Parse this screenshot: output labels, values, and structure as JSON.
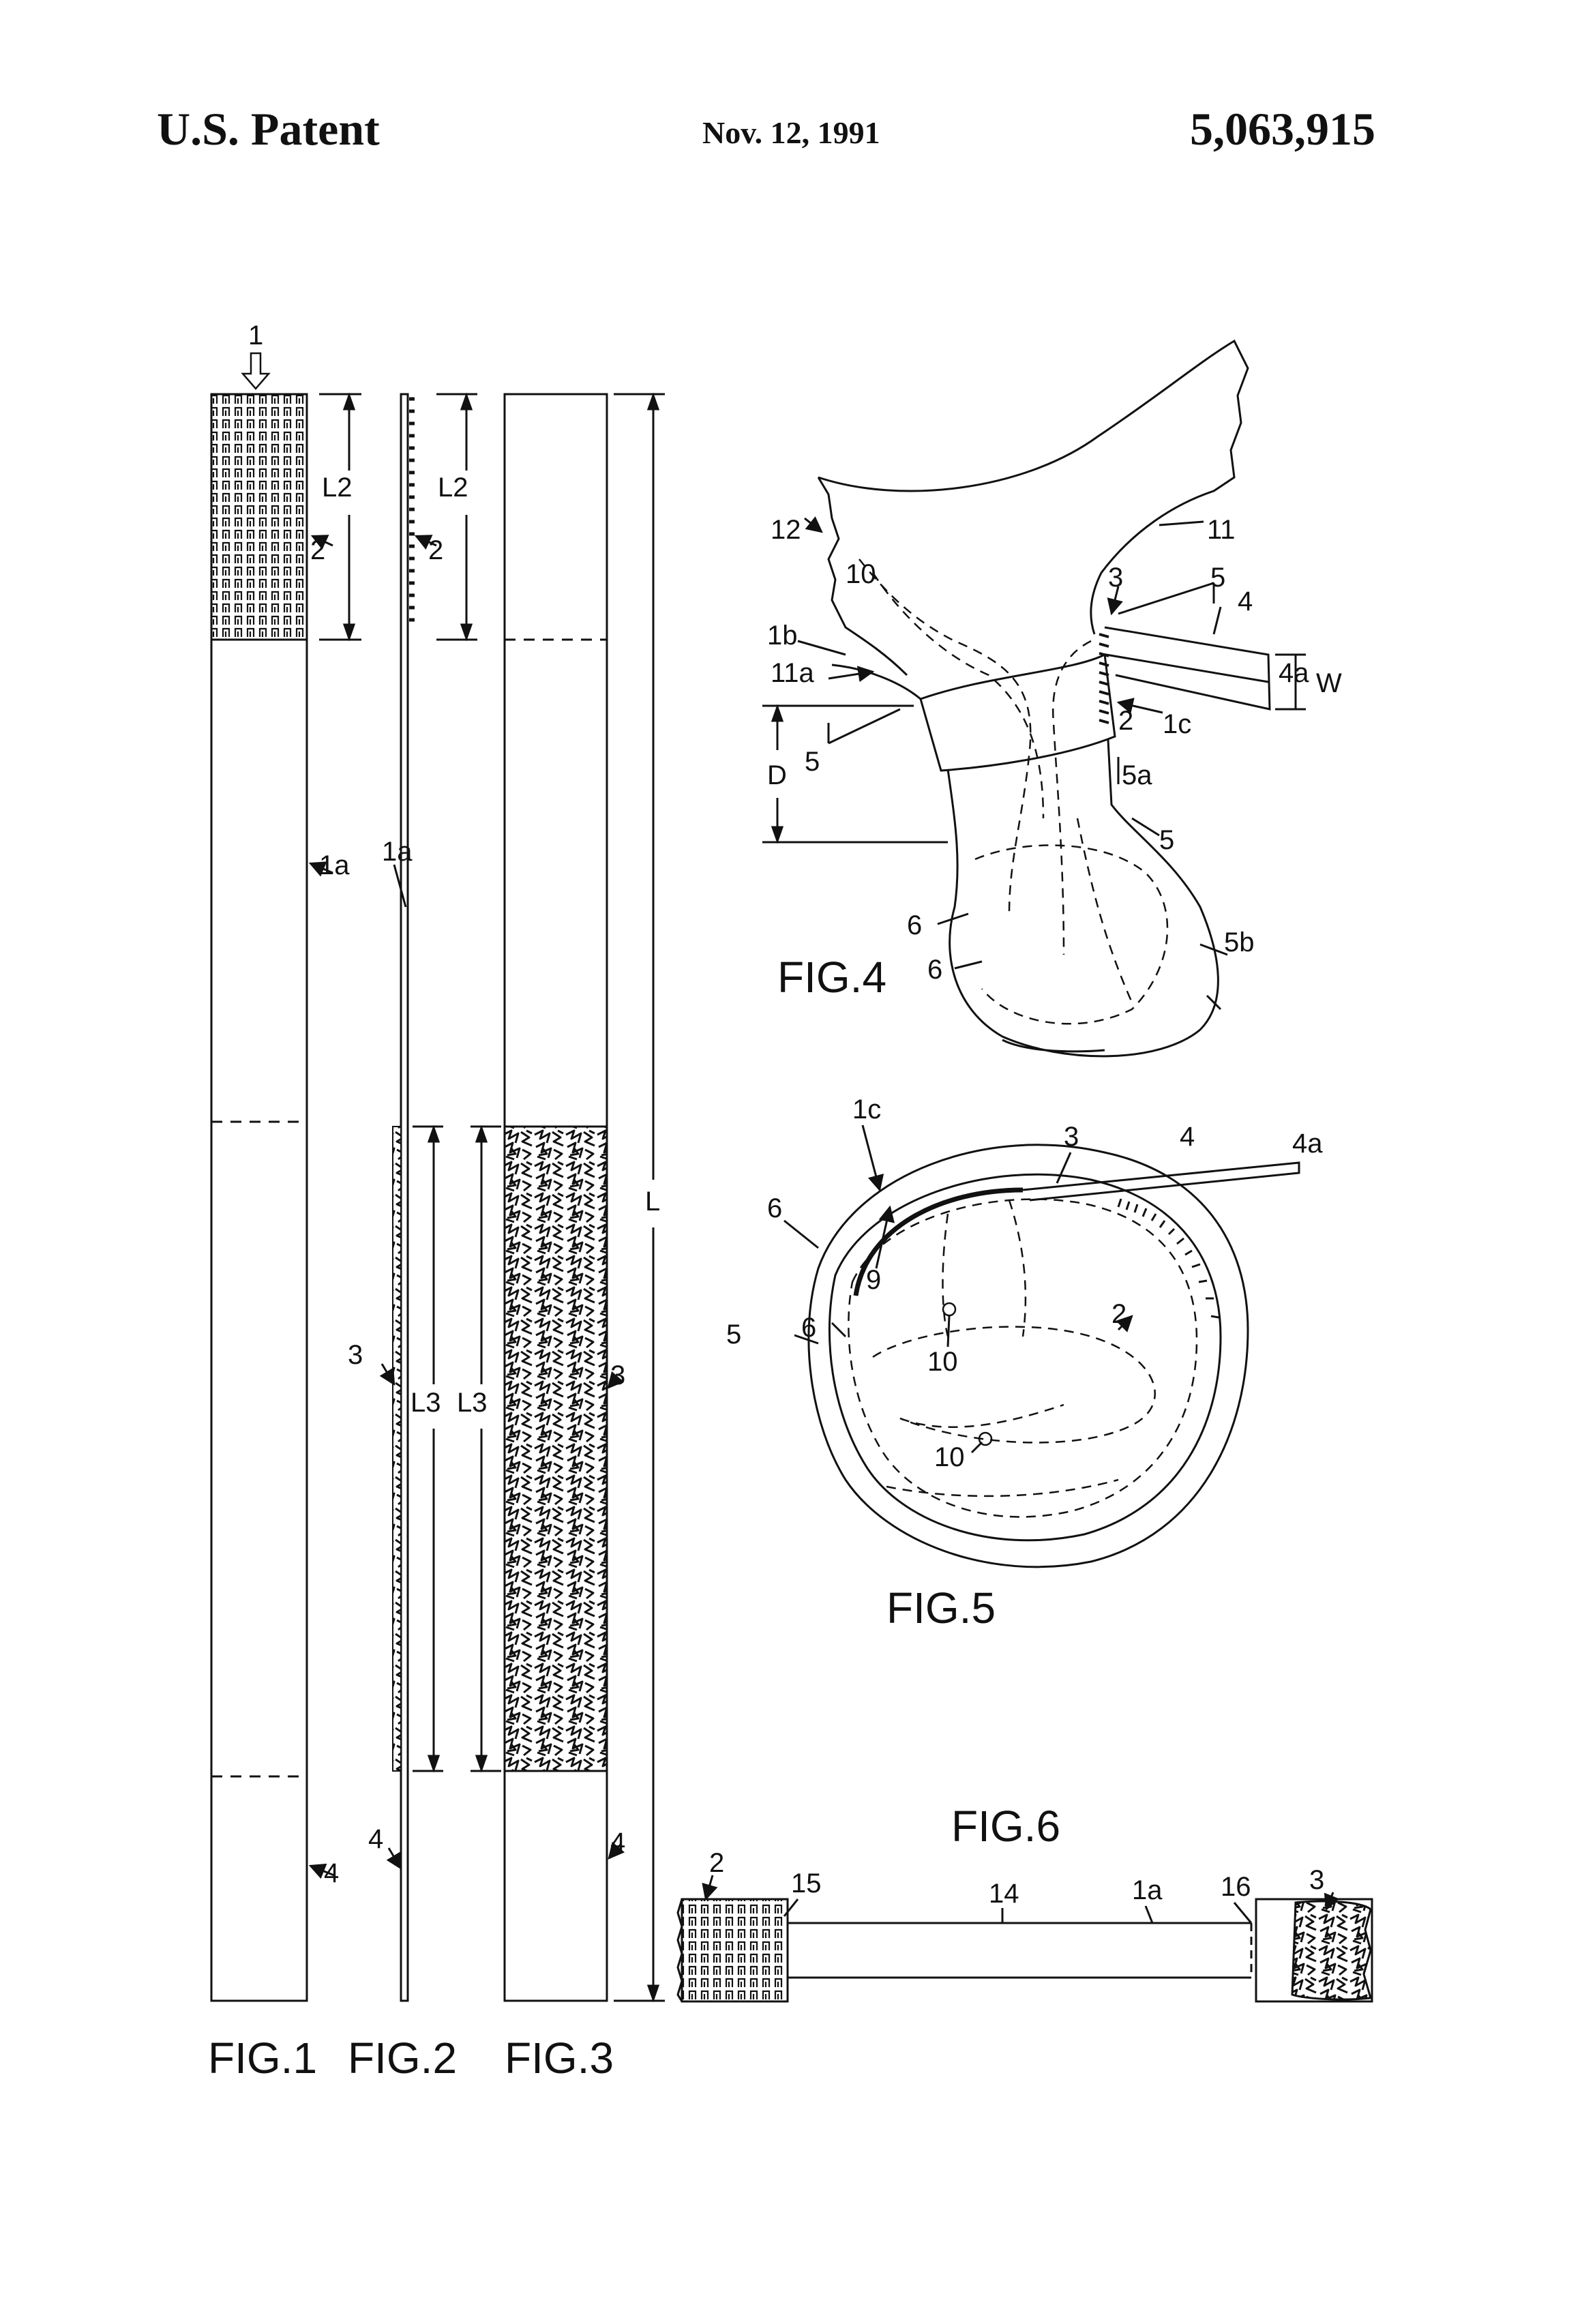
{
  "header": {
    "left": "U.S. Patent",
    "date": "Nov. 12, 1991",
    "number": "5,063,915"
  },
  "figures": {
    "fig1": {
      "title": "FIG.1",
      "labels": [
        "1",
        "L2",
        "2",
        "1a",
        "4"
      ]
    },
    "fig2": {
      "title": "FIG.2",
      "labels": [
        "L2",
        "2",
        "1a",
        "3",
        "L3",
        "4"
      ]
    },
    "fig3": {
      "title": "FIG.3",
      "labels": [
        "L",
        "L3",
        "3",
        "4"
      ]
    },
    "fig4": {
      "title": "FIG.4",
      "labels": [
        "12",
        "11",
        "10",
        "3",
        "5",
        "4",
        "1b",
        "11a",
        "4a",
        "W",
        "2",
        "1c",
        "D",
        "5",
        "5a",
        "5",
        "6",
        "6",
        "5b"
      ]
    },
    "fig5": {
      "title": "FIG.5",
      "labels": [
        "1c",
        "3",
        "4",
        "4a",
        "6",
        "9",
        "5",
        "6",
        "2",
        "10",
        "10"
      ]
    },
    "fig6": {
      "title": "FIG.6",
      "labels": [
        "2",
        "15",
        "14",
        "1a",
        "16",
        "3"
      ]
    }
  }
}
